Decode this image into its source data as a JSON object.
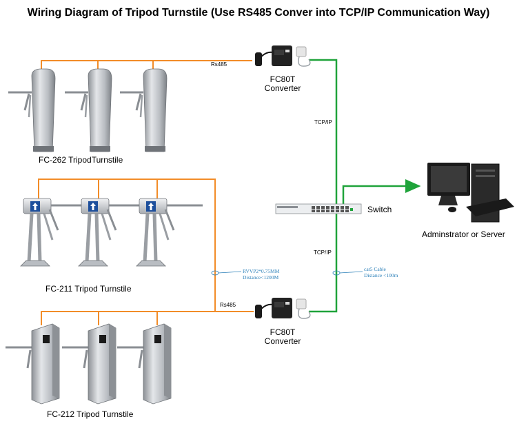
{
  "title": "Wiring Diagram of Tripod Turnstile (Use RS485 Conver into TCP/IP Communication Way)",
  "colors": {
    "rs485_wire": "#f28c28",
    "tcpip_wire": "#1fa33a",
    "annotation": "#2a7fb8"
  },
  "turnstile_groups": [
    {
      "label": "FC-262  TripodTurnstile",
      "count": 3
    },
    {
      "label": "FC-211  Tripod Turnstile",
      "count": 3
    },
    {
      "label": "FC-212  Tripod Turnstile",
      "count": 3
    }
  ],
  "converters": [
    {
      "model": "FC80T",
      "name": "Converter",
      "link_label": "Rs485"
    },
    {
      "model": "FC80T",
      "name": "Converter",
      "link_label": "Rs485"
    }
  ],
  "network": {
    "upper_link_label": "TCP/IP",
    "lower_link_label": "TCP/IP",
    "switch_label": "Switch",
    "server_label": "Adminstrator or Server"
  },
  "annotations": {
    "rvvp_line1": "RVVP2*0.75MM",
    "rvvp_line2": "Distance<1200M",
    "cat5_line1": "cat5   Cable",
    "cat5_line2": "Distance <100m"
  },
  "icons": [
    "turnstile-fc262",
    "turnstile-fc211",
    "turnstile-fc212",
    "converter-icon",
    "switch-icon",
    "computer-icon"
  ]
}
